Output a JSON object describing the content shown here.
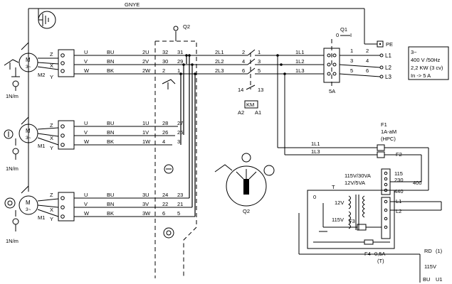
{
  "ground_label": "GNYE",
  "pe_label": "PE",
  "q2_label": "Q2",
  "q2_dial_label": "Q2",
  "q1_label": "Q1",
  "q1_range": [
    "0",
    "I"
  ],
  "q1_rating": "5A",
  "supply_labels": [
    "L1",
    "L2",
    "L3"
  ],
  "q1_terminals": [
    "1",
    "2",
    "3",
    "4",
    "5",
    "6"
  ],
  "spec": {
    "line1": "3~",
    "line2": "400 V /50Hz",
    "line3": "2,2 KW (3 cv)",
    "line4": "In -> 5 A"
  },
  "km": {
    "label": "KM",
    "a2": "A2",
    "a1": "A1",
    "aux_left": "14",
    "aux_right": "13",
    "poles": [
      "2",
      "1",
      "4",
      "3",
      "6",
      "5"
    ]
  },
  "motors": [
    {
      "name": "M2",
      "torque": "1N/m",
      "motor_symbol": "M",
      "phase": "3~",
      "terms": [
        "Z",
        "X",
        "Y"
      ],
      "cable": [
        "U",
        "V",
        "W"
      ],
      "colors": [
        "BU",
        "BN",
        "BK"
      ],
      "wires": [
        "2U",
        "2V",
        "2W"
      ],
      "sw_left": [
        "32",
        "30",
        "2"
      ],
      "sw_right": [
        "31",
        "29",
        "1"
      ]
    },
    {
      "name": "M1",
      "torque": "1N/m",
      "motor_symbol": "M",
      "phase": "3~",
      "terms": [
        "Z",
        "X",
        "Y"
      ],
      "cable": [
        "U",
        "V",
        "W"
      ],
      "colors": [
        "BU",
        "BN",
        "BK"
      ],
      "wires": [
        "1U",
        "1V",
        "1W"
      ],
      "sw_left": [
        "28",
        "26",
        "4"
      ],
      "sw_right": [
        "27",
        "25",
        "3"
      ]
    },
    {
      "name": "M1",
      "torque": "1N/m",
      "motor_symbol": "M",
      "phase": "3~",
      "terms": [
        "Z",
        "X",
        "Y"
      ],
      "cable": [
        "U",
        "V",
        "W"
      ],
      "colors": [
        "BU",
        "BN",
        "BK"
      ],
      "wires": [
        "3U",
        "3V",
        "3W"
      ],
      "sw_left": [
        "24",
        "22",
        "6"
      ],
      "sw_right": [
        "23",
        "21",
        "5"
      ]
    }
  ],
  "lines_left": [
    "2L1",
    "2L2",
    "2L3"
  ],
  "lines_right": [
    "1L1",
    "1L2",
    "1L3"
  ],
  "fuse": {
    "f1": "F1",
    "f1_spec1": "1A-aM",
    "f1_spec2": "(HPC)",
    "f2": "F2",
    "f3": "F3",
    "f4": "F4",
    "f4_spec": "0,5A",
    "f4_type": "(T)"
  },
  "fuse_lines": [
    "1L1",
    "1L3"
  ],
  "transformer": {
    "t": "T",
    "rating1": "115V/30VA",
    "rating2": "12V/5VA",
    "taps": [
      "115",
      "230",
      "400",
      "440"
    ],
    "secondary": [
      "12V",
      "115V"
    ],
    "zero": "0",
    "outs": [
      "L1",
      "L2"
    ]
  },
  "rd_label": "RD",
  "rd_num": "(1)",
  "out_115": "115V",
  "bu_label": "BU",
  "u1_label": "U1"
}
